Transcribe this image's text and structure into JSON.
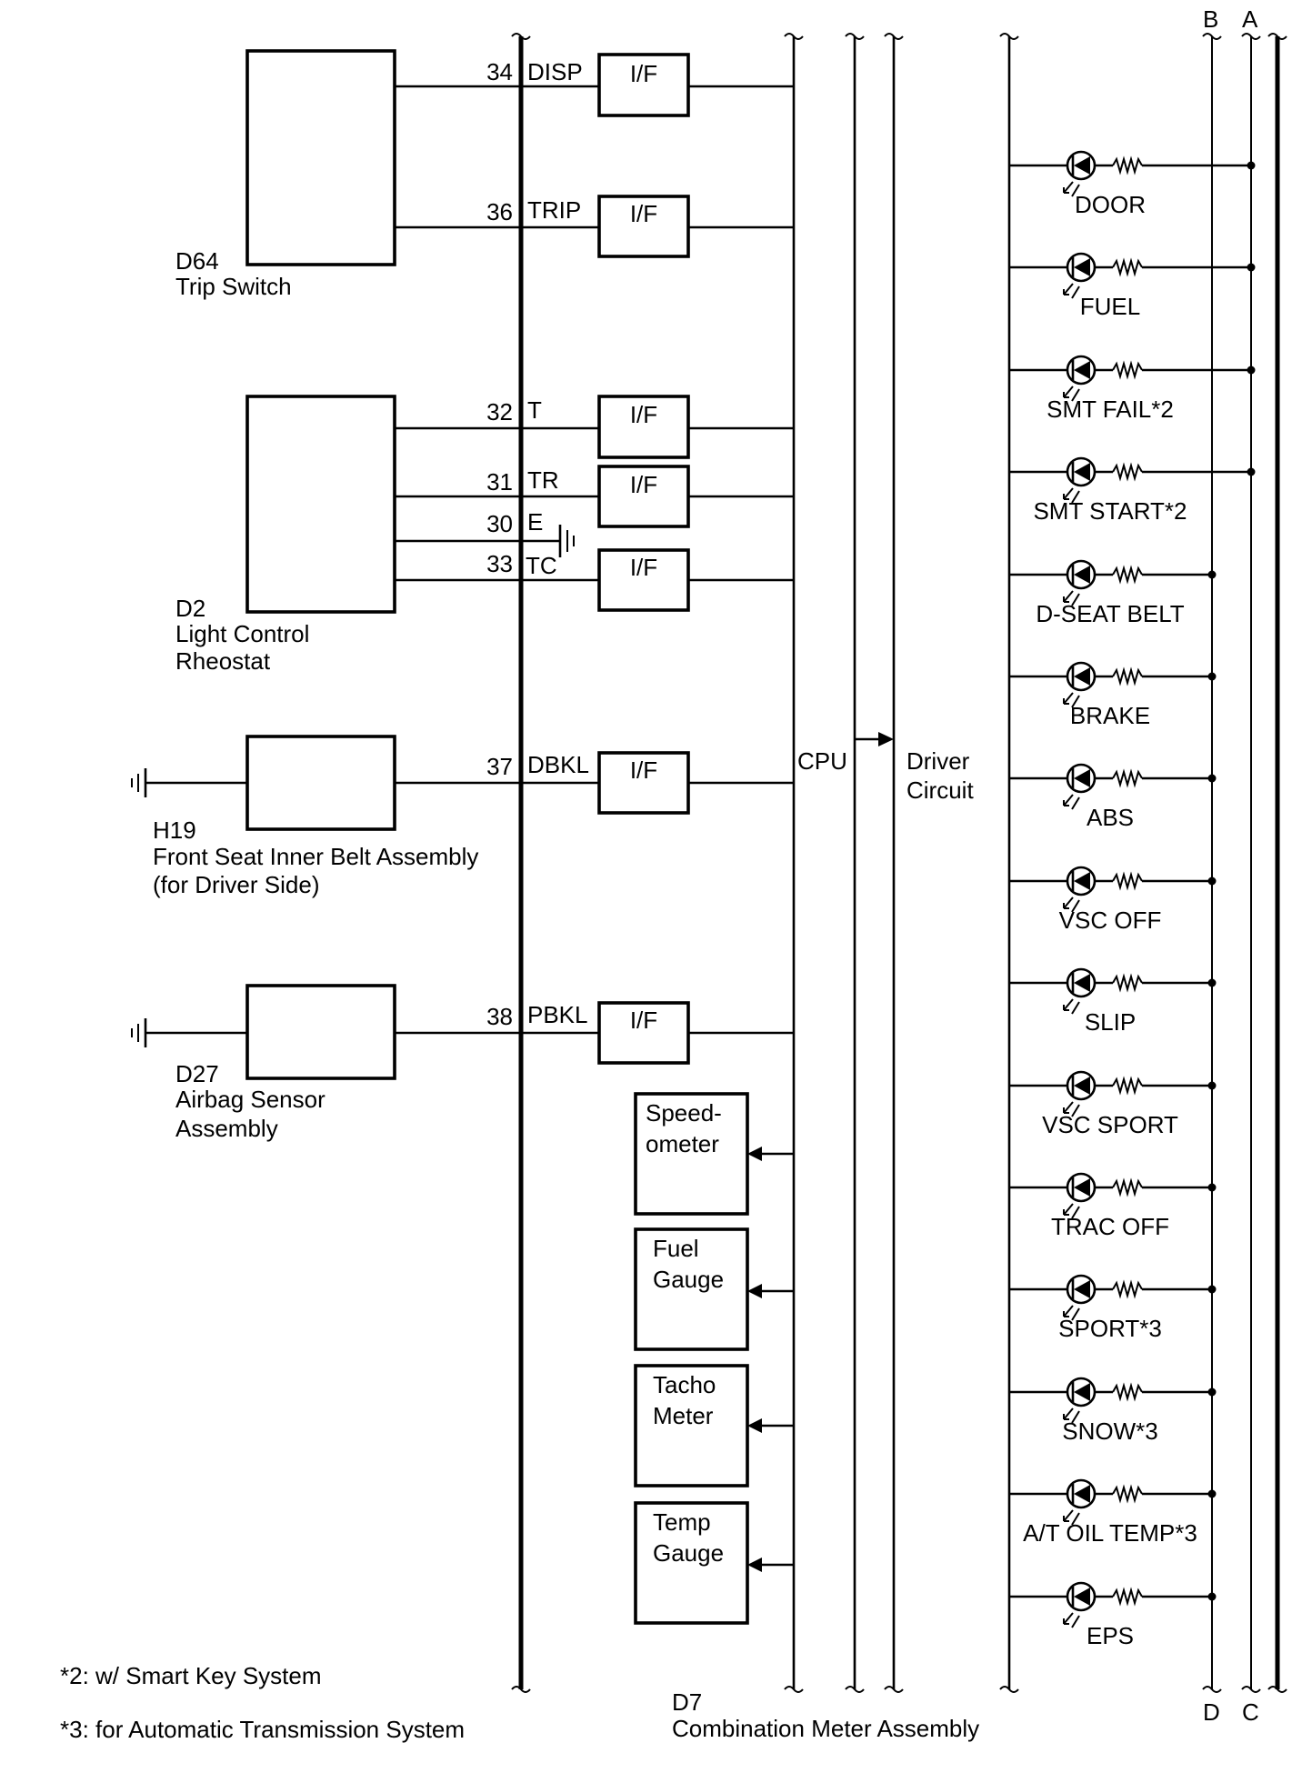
{
  "components": [
    {
      "ref": "D64",
      "name": "Trip Switch",
      "name2": ""
    },
    {
      "ref": "D2",
      "name": "Light Control",
      "name2": "Rheostat"
    },
    {
      "ref": "H19",
      "name": "Front Seat Inner Belt Assembly",
      "name2": "(for Driver Side)"
    },
    {
      "ref": "D27",
      "name": "Airbag Sensor",
      "name2": "Assembly"
    }
  ],
  "pins": [
    {
      "num": "34",
      "name": "DISP",
      "iface": "I/F"
    },
    {
      "num": "36",
      "name": "TRIP",
      "iface": "I/F"
    },
    {
      "num": "32",
      "name": "T",
      "iface": "I/F"
    },
    {
      "num": "31",
      "name": "TR",
      "iface": "I/F"
    },
    {
      "num": "30",
      "name": "E",
      "iface": ""
    },
    {
      "num": "33",
      "name": "TC",
      "iface": "I/F"
    },
    {
      "num": "37",
      "name": "DBKL",
      "iface": "I/F"
    },
    {
      "num": "38",
      "name": "PBKL",
      "iface": "I/F"
    }
  ],
  "cpu_label": "CPU",
  "driver_label": {
    "line1": "Driver",
    "line2": "Circuit"
  },
  "gauges": [
    {
      "line1": "Speed-",
      "line2": "ometer"
    },
    {
      "line1": "Fuel",
      "line2": "Gauge"
    },
    {
      "line1": "Tacho",
      "line2": "Meter"
    },
    {
      "line1": "Temp",
      "line2": "Gauge"
    }
  ],
  "indicators": [
    {
      "label": "DOOR",
      "bus": "A"
    },
    {
      "label": "FUEL",
      "bus": "A"
    },
    {
      "label": "SMT FAIL*2",
      "bus": "A"
    },
    {
      "label": "SMT START*2",
      "bus": "A"
    },
    {
      "label": "D-SEAT BELT",
      "bus": "B"
    },
    {
      "label": "BRAKE",
      "bus": "B"
    },
    {
      "label": "ABS",
      "bus": "B"
    },
    {
      "label": "VSC OFF",
      "bus": "B"
    },
    {
      "label": "SLIP",
      "bus": "B"
    },
    {
      "label": "VSC SPORT",
      "bus": "B"
    },
    {
      "label": "TRAC OFF",
      "bus": "B"
    },
    {
      "label": "SPORT*3",
      "bus": "B"
    },
    {
      "label": "SNOW*3",
      "bus": "B"
    },
    {
      "label": "A/T OIL TEMP*3",
      "bus": "B"
    },
    {
      "label": "EPS",
      "bus": "B"
    }
  ],
  "bus_labels": {
    "top_b": "B",
    "top_a": "A",
    "bottom_d": "D",
    "bottom_c": "C"
  },
  "footnotes": [
    "*2: w/ Smart Key System",
    "*3: for Automatic Transmission System"
  ],
  "main_component": {
    "ref": "D7",
    "name": "Combination Meter Assembly"
  }
}
